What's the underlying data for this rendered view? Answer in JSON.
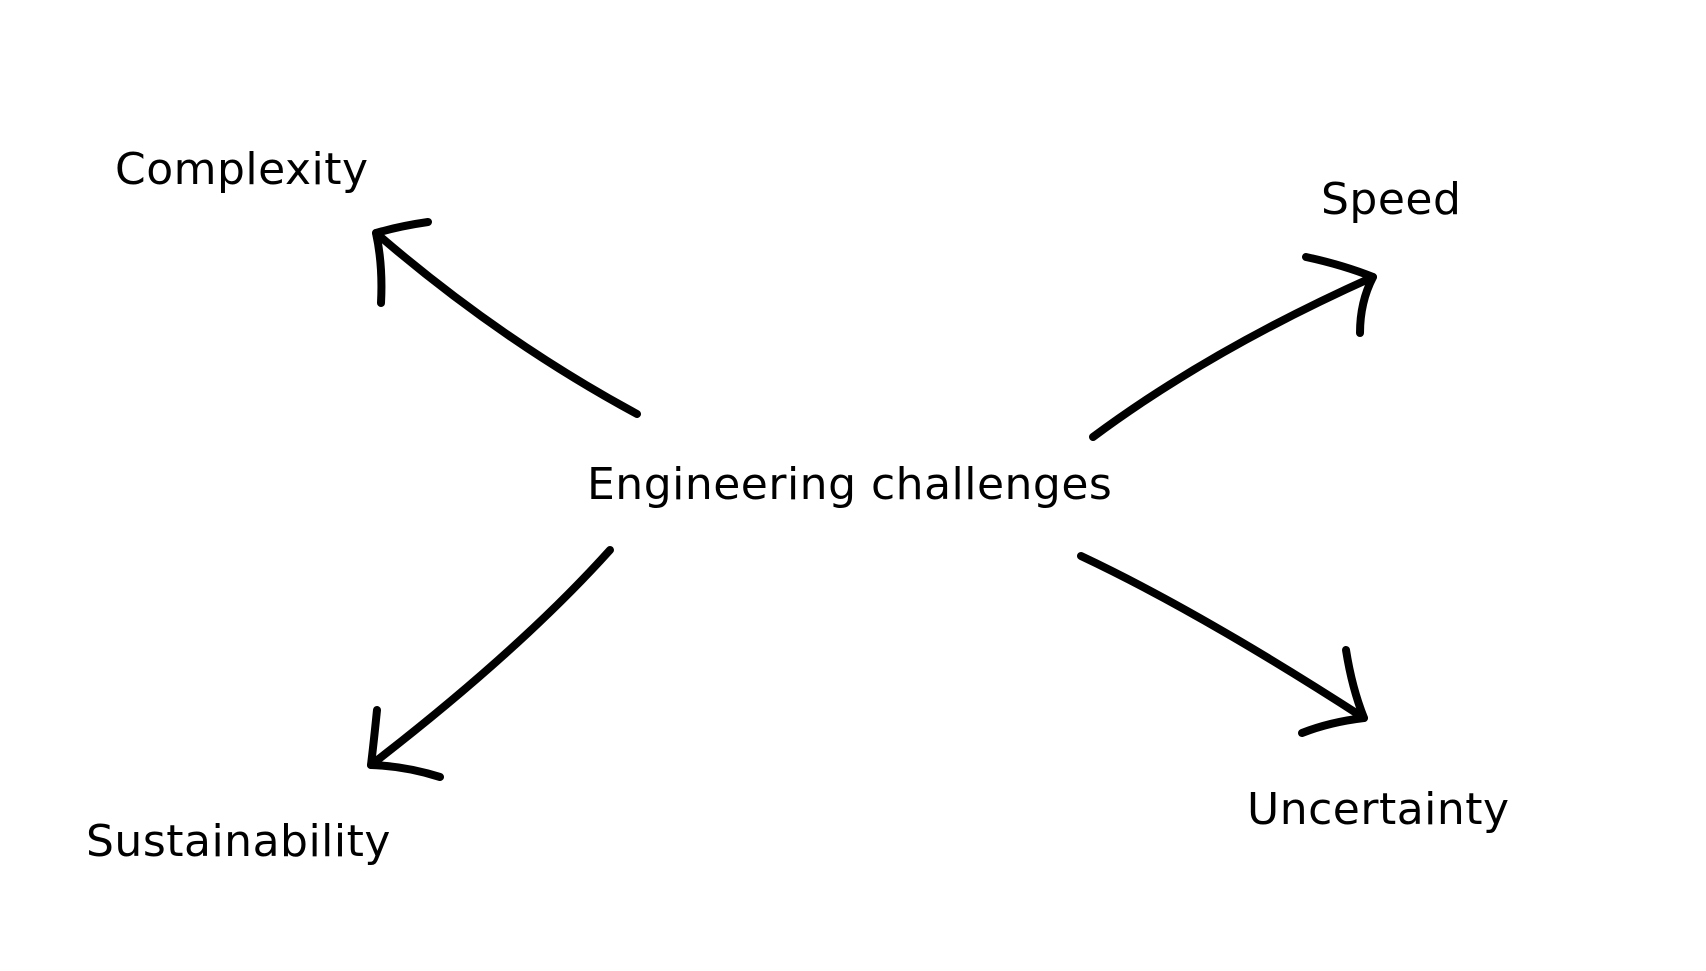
{
  "diagram": {
    "center": {
      "label": "Engineering challenges"
    },
    "branches": [
      {
        "id": "top-left",
        "label": "Complexity"
      },
      {
        "id": "top-right",
        "label": "Speed"
      },
      {
        "id": "bottom-left",
        "label": "Sustainability"
      },
      {
        "id": "bottom-right",
        "label": "Uncertainty"
      }
    ],
    "colors": {
      "ink": "#000000",
      "background": "#ffffff"
    }
  }
}
